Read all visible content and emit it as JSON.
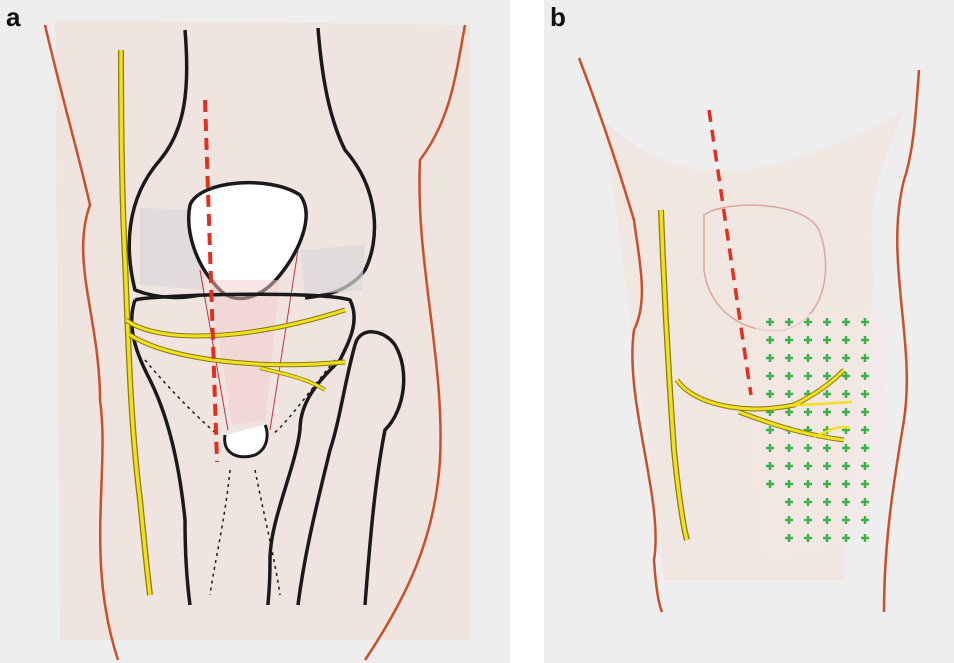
{
  "panels": [
    {
      "id": "a",
      "label": "a"
    },
    {
      "id": "b",
      "label": "b"
    }
  ],
  "colors": {
    "skin_outline": "#c8502a",
    "skin_fill": "#f2d9cf",
    "bone_outline": "#1a1a1a",
    "nerve": "#f0e020",
    "nerve_outline": "#8a7a10",
    "incision": "#e03020",
    "numb_area_mark": "#3cb34a"
  },
  "icons": [
    "incision-dashed-line",
    "nerve-branch",
    "cross-mark"
  ]
}
